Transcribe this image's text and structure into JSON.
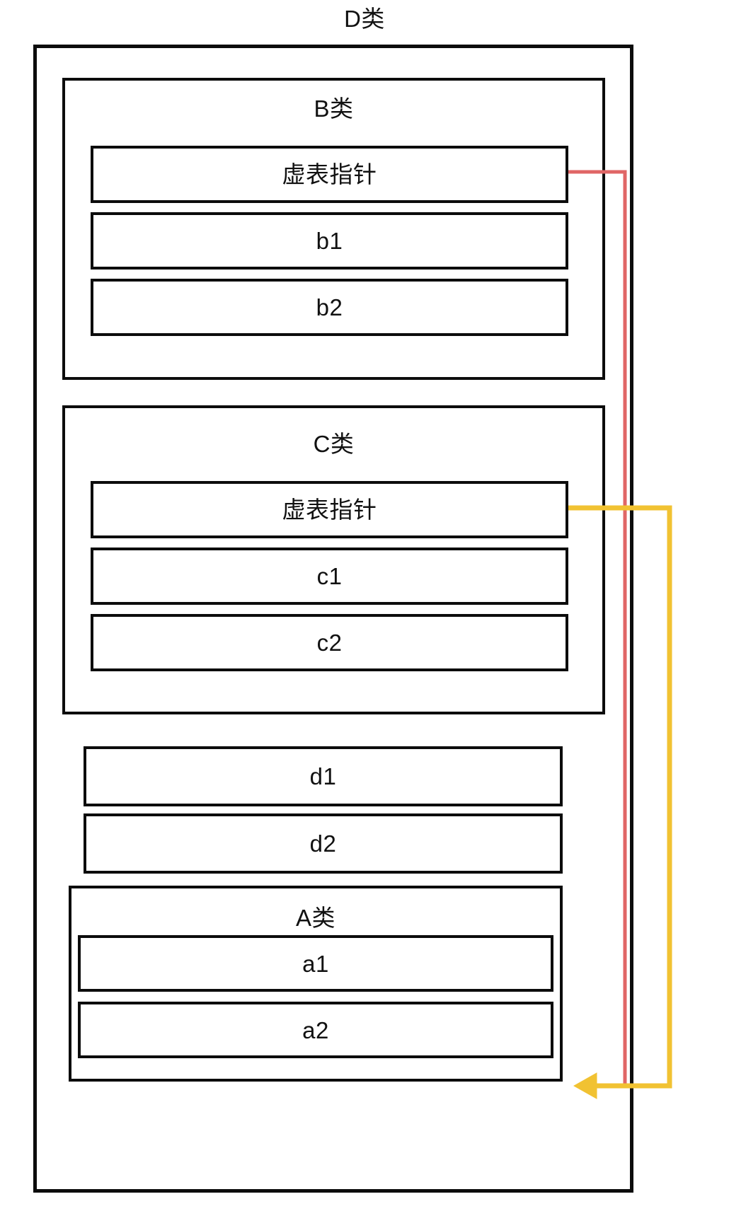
{
  "diagram": {
    "title": "D类",
    "type": "class-memory-layout",
    "outer_class": {
      "name": "D类",
      "subobjects": [
        {
          "name": "B类",
          "rows": [
            {
              "label": "虚表指针",
              "kind": "vptr"
            },
            {
              "label": "b1",
              "kind": "member"
            },
            {
              "label": "b2",
              "kind": "member"
            }
          ]
        },
        {
          "name": "C类",
          "rows": [
            {
              "label": "虚表指针",
              "kind": "vptr"
            },
            {
              "label": "c1",
              "kind": "member"
            },
            {
              "label": "c2",
              "kind": "member"
            }
          ]
        }
      ],
      "own_members": [
        {
          "label": "d1",
          "kind": "member"
        },
        {
          "label": "d2",
          "kind": "member"
        }
      ],
      "virtual_base": {
        "name": "A类",
        "rows": [
          {
            "label": "a1",
            "kind": "member"
          },
          {
            "label": "a2",
            "kind": "member"
          }
        ]
      }
    },
    "connectors": [
      {
        "id": "b-vptr-to-a",
        "from": "B类 虚表指针",
        "to": "A类 a1",
        "color": "#e06666",
        "arrowhead": false
      },
      {
        "id": "c-vptr-to-a",
        "from": "C类 虚表指针",
        "to": "A类 a1",
        "color": "#f1c232",
        "arrowhead": true
      }
    ],
    "colors": {
      "stroke": "#0c0c0c",
      "background": "#ffffff",
      "text": "#111111",
      "connector_red": "#e06666",
      "connector_yellow": "#f1c232"
    }
  }
}
